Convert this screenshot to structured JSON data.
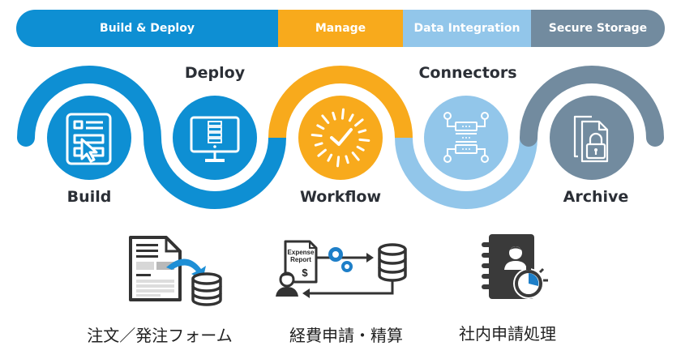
{
  "phases": [
    {
      "label": "Build & Deploy",
      "color": "#0e8fd3"
    },
    {
      "label": "Manage",
      "color": "#f8aa1c"
    },
    {
      "label": "Data Integration",
      "color": "#92c6ea"
    },
    {
      "label": "Secure Storage",
      "color": "#728b9f"
    }
  ],
  "stages": [
    {
      "label": "Build",
      "icon": "form-cursor-icon",
      "color": "#0e8fd3"
    },
    {
      "label": "Deploy",
      "icon": "monitor-server-icon",
      "color": "#0e8fd3"
    },
    {
      "label": "Workflow",
      "icon": "check-burst-icon",
      "color": "#f8aa1c"
    },
    {
      "label": "Connectors",
      "icon": "server-connectors-icon",
      "color": "#92c6ea"
    },
    {
      "label": "Archive",
      "icon": "locked-documents-icon",
      "color": "#728b9f"
    }
  ],
  "use_cases": [
    {
      "label": "注文／発注フォーム",
      "icon": "document-to-database-icon"
    },
    {
      "label": "経費申請・精算",
      "icon": "expense-report-workflow-icon",
      "icon_text": {
        "line1": "Expense",
        "line2": "Report",
        "currency": "$"
      }
    },
    {
      "label": "社内申請処理",
      "icon": "contact-book-stopwatch-icon"
    }
  ]
}
